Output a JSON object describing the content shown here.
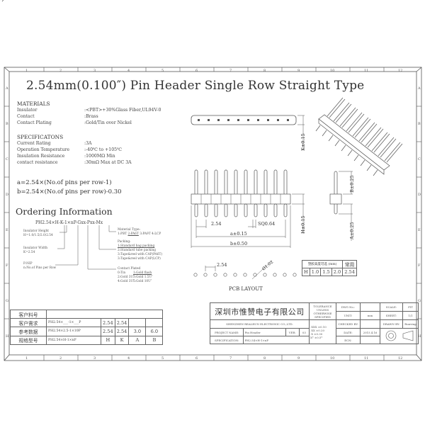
{
  "drawing": {
    "title": "2.54mm(0.100″) Pin Header Single Row Straight Type",
    "border": {
      "columns": [
        "1",
        "2",
        "3",
        "4",
        "5",
        "6",
        "7",
        "8",
        "9",
        "10",
        "11",
        "12"
      ],
      "rows": [
        "A",
        "B",
        "C",
        "D",
        "E",
        "F",
        "G",
        "H"
      ]
    },
    "materials": {
      "heading": "MATERIALS",
      "items": [
        {
          "label": "Insulator",
          "value": ":<PBT>+30%Glass Fiber,UL94V-0"
        },
        {
          "label": "Contact",
          "value": ":Brass"
        },
        {
          "label": "Contact Plating",
          "value": ":Gold/Tin over Nickel"
        }
      ]
    },
    "specifications": {
      "heading": "SPECIFICATONS",
      "items": [
        {
          "label": "Current Rating",
          "value": ":3A"
        },
        {
          "label": "Operation Temperature",
          "value": ":-40℃ to +105℃"
        },
        {
          "label": "Insulation Resistance",
          "value": ":1000MΩ Min"
        },
        {
          "label": "contact resistance",
          "value": ":30mΩ Max at DC 3A"
        }
      ]
    },
    "formulas": {
      "a": "a=2.54×(No.of pins per row-1)",
      "b": "b=2.54×(No.of pins per row)-0.30"
    },
    "ordering": {
      "heading": "Ordering Information",
      "code": "PH2.54×H-K-1×nP-Gxx-Pxx-Mx",
      "insulator_height": {
        "label": "Insulator Height",
        "options": "H=1.0/1.5/2.0/2.54"
      },
      "insulator_width": {
        "label": "Insulator Width",
        "value": "K=2.54"
      },
      "pins": {
        "label": "P:NIP",
        "value": "n:No.of Pins per Row"
      },
      "material_type": {
        "label": "Material Type:",
        "options": [
          "1:PBT",
          "2:PA6T",
          "3:PA9T",
          "4:LCP"
        ]
      },
      "packing": {
        "label": "Packing:",
        "options": [
          "1:Standard bag packing",
          "2:Standard tube packing",
          "3:Tape&reel with CAP(PA6T)",
          "3:Tape&reel with CAP(LCP)"
        ]
      },
      "contact_plated": {
        "label": "Contact Plated",
        "options": [
          "0:Tin",
          "1:Gold flash",
          "2:Gold 3U″",
          "3:Gold 1.5U″",
          "4:Gold 3U″",
          "5:Gold 10U″"
        ]
      }
    },
    "dimensions": {
      "k_tol": "K±0.15",
      "h_tol": "H±0.15",
      "pitch": "2.54",
      "sq": "SQ0.64",
      "a_tol": "a±0.15",
      "b_tol": "b±0.50",
      "b_side": "B±0.25",
      "a_side": "A±0.25",
      "pcb_pitch": "2.54",
      "pcb_hole": "Ø1.02",
      "pcb_label": "PCB LAYOUT"
    },
    "pin_height_table": {
      "header": "塑胶高度可选 (mm)",
      "common": "常用",
      "row_label": "H",
      "values": [
        "1.0",
        "1.5",
        "2.0"
      ],
      "common_value": "2.54"
    },
    "customer_table": {
      "rows": [
        {
          "label": "客户料号",
          "code": "",
          "values": []
        },
        {
          "label": "客户需求",
          "code": "PH2.54×___-1×___P",
          "values": [
            "2.54",
            "2.54",
            "",
            ""
          ]
        },
        {
          "label": "参考数据",
          "code": "PH2.54×2.5-1×10P",
          "values": [
            "2.54",
            "2.54",
            "3.0",
            "6.0"
          ]
        },
        {
          "label": "规格型号",
          "code": "PH2.54×H-1×nP",
          "values": [
            "H",
            "K",
            "A",
            "B"
          ]
        }
      ]
    },
    "title_block": {
      "company_zh": "深圳市惟赞电子有限公司",
      "company_en": "SHENZHEN REALRUN ELECTRONIC CO.,LTD.",
      "tolerance_label": "TOLERANCE UNLESS OTHERWISE SPECIFIED",
      "tolerances": [
        ".XXX ±0.10",
        ".XX  ±0.20",
        ".X   ±0.30",
        "X°  ±0.5°"
      ],
      "dwg_no_label": "DWG No.:",
      "dwg_no": "",
      "unit_label": "UNIT:",
      "unit": "mm",
      "scale_label": "SCALE:",
      "scale": "FIT",
      "sheet_label": "SHEET:",
      "sheet": "1/1",
      "checked_label": "CHECKED BY:",
      "checked": "",
      "drawn_label": "DRAWN BY:",
      "drawn": "Runving",
      "date_label": "DATE:",
      "date": "2015.4.16",
      "ecn_label": "ECN:",
      "ecn": "",
      "project_label": "PROJECT NAME:",
      "project": "Pin Header",
      "ver_label": "VER:",
      "ver": "03",
      "spec_label": "SPECIFICATION:",
      "spec": "PH2.54×H-1×nP"
    }
  }
}
